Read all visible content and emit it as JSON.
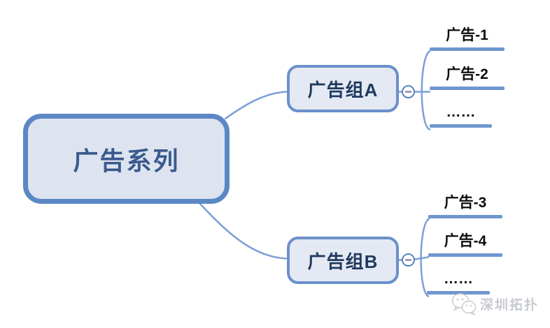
{
  "diagram": {
    "type": "mindmap",
    "root": {
      "label": "广告系列"
    },
    "groups": [
      {
        "label": "广告组A",
        "collapse_state": "expanded",
        "children": [
          "广告-1",
          "广告-2",
          "……"
        ]
      },
      {
        "label": "广告组B",
        "collapse_state": "expanded",
        "children": [
          "广告-3",
          "广告-4",
          "……"
        ]
      }
    ],
    "icons": {
      "collapse": "minus-icon",
      "watermark_logo": "wechat-logo-icon"
    }
  },
  "watermark": {
    "label": "深圳拓扑"
  },
  "colors": {
    "root-border": "#5b87c5",
    "root-fill": "#dde4f0",
    "root-text": "#3a5a8d",
    "group-border": "#6b90cb",
    "group-fill": "#e5e9f3",
    "group-text": "#1f3a5f",
    "connector": "#7aa0d6",
    "underline": "#6f96cf",
    "collapse-border": "#5b84c4",
    "collapse-minus": "#9aa0a8",
    "child-text": "#0d0d0d",
    "watermark": "#c6cad1"
  }
}
